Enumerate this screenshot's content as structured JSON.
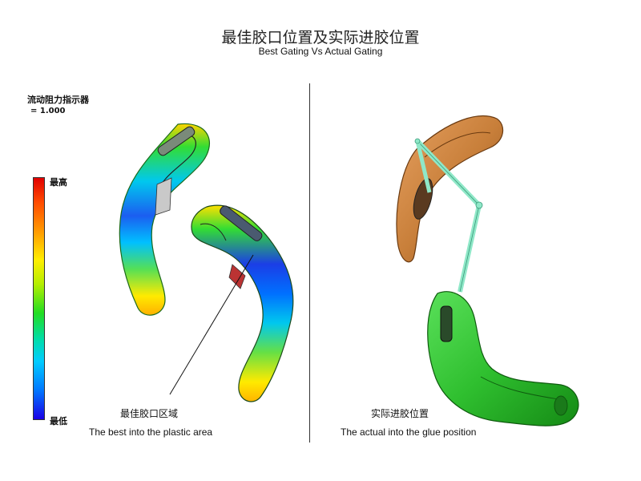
{
  "header": {
    "title_cn": "最佳胶口位置及实际进胶位置",
    "title_en": "Best  Gating Vs Actual Gating"
  },
  "legend": {
    "title": "流动阻力指示器",
    "value": "= 1.000",
    "high_label": "最高",
    "low_label": "最低",
    "colors": [
      "#e00000",
      "#ff9900",
      "#ffee00",
      "#22dd22",
      "#00ccff",
      "#1a00e6"
    ]
  },
  "left_panel": {
    "caption_cn": "最佳胶口区域",
    "caption_en": "The best into the plastic area"
  },
  "right_panel": {
    "caption_cn": "实际进胶位置",
    "caption_en": "The actual into the glue position",
    "part_colors": {
      "upper": "#c87f3a",
      "lower": "#2fbf2f",
      "runner": "#8fe8c8"
    }
  }
}
